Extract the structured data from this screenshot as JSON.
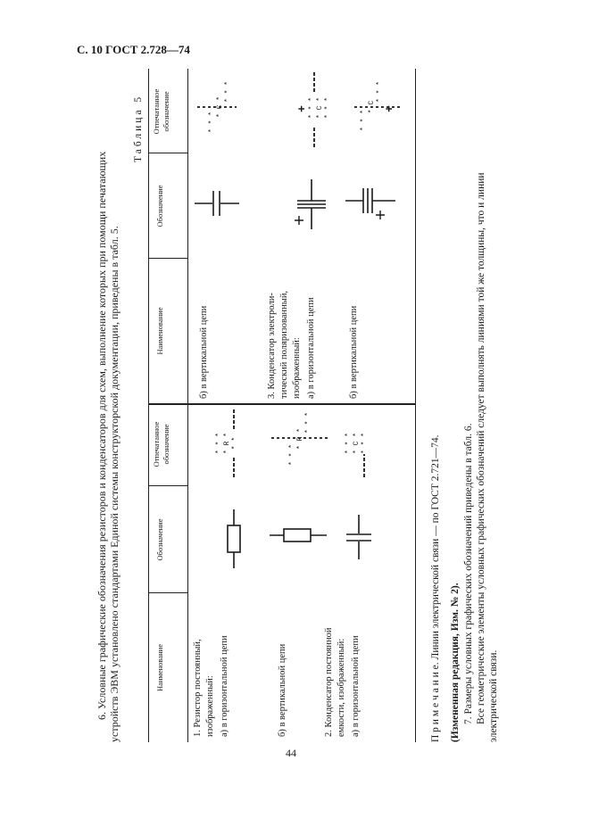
{
  "header": "С. 10 ГОСТ 2.728—74",
  "page_number": "44",
  "intro_line1": "6. Условные графические обозначения резисторов и конденсаторов для схем, выполнение которых при помощи печатающих",
  "intro_line2": "устройств ЭВМ установлено стандартами Единой системы конструкторской документации, приведены в табл. 5.",
  "table_caption": "Таблица 5",
  "columns": {
    "name": "Наименование",
    "symbol": "Обозначение",
    "printed": "Отпечатанное обозначение"
  },
  "left_rows": {
    "r1_title_l1": "1. Резистор постоянный,",
    "r1_title_l2": "изображенный:",
    "r1a": "а) в горизонтальной цепи",
    "r1b": "б) в вертикальной цепи",
    "r2_title_l1": "2. Конденсатор постоянной",
    "r2_title_l2": "емкости, изображенный:",
    "r2a": "а) в горизонтальной цепи"
  },
  "right_rows": {
    "r2b": "б) в вертикальной цепи",
    "r3_title_l1": "3. Конденсатор электроли-",
    "r3_title_l2": "тический поляризованный,",
    "r3_title_l3": "изображенный:",
    "r3a": "а) в горизонтальной цепи",
    "r3b": "б) в вертикальной цепи"
  },
  "printed": {
    "stars3": "* * *",
    "stars2": "* *",
    "r_mid": "* R *",
    "c_mid": "* C *",
    "c_mid_left": "* C",
    "plus": "+"
  },
  "notes": {
    "primechanie": "П р и м е ч а н и е. Линии электрической связи — по ГОСТ 2.721—74.",
    "izm": "(Измененная редакция, Изм. № 2).",
    "p7_l1": "7. Размеры условных графических обозначений приведены в табл. 6.",
    "p7_l2": "Все геометрические элементы условных графических обозначений следует выполнять линиями той же толщины, что и линии",
    "p7_l3": "электрической связи."
  }
}
